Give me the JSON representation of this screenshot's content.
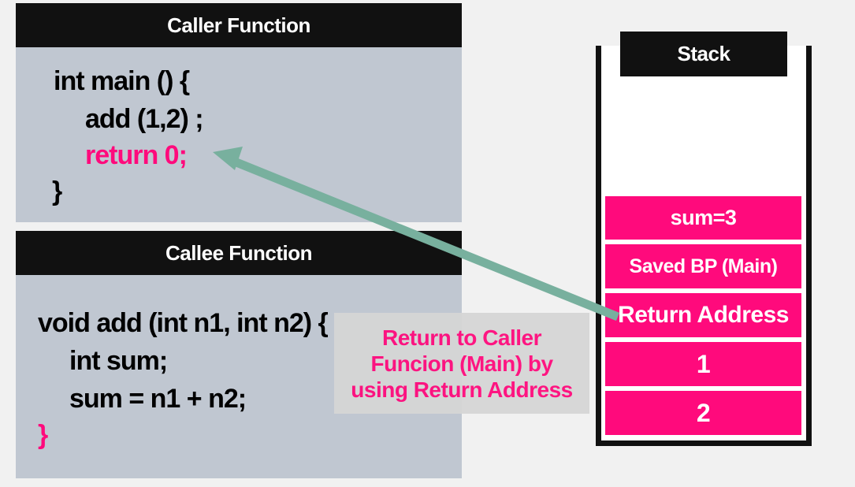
{
  "caller": {
    "title": "Caller Function",
    "code": {
      "line1": "int main () {",
      "line2": "add (1,2) ;",
      "line3": "return 0;",
      "line4": "}"
    }
  },
  "callee": {
    "title": "Callee Function",
    "code": {
      "line1": "void add (int n1, int n2) {",
      "line2": "int sum;",
      "line3": "sum = n1 + n2;",
      "line4": "}"
    }
  },
  "stack": {
    "title": "Stack",
    "cells": [
      "sum=3",
      "Saved BP (Main)",
      "Return Address",
      "1",
      "2"
    ]
  },
  "note": {
    "line1": "Return to Caller",
    "line2": "Funcion (Main) by",
    "line3": "using Return Address"
  },
  "colors": {
    "accent": "#ff0a7c",
    "arrow": "#78b09e",
    "panel": "#c0c7d1",
    "header": "#111111"
  }
}
